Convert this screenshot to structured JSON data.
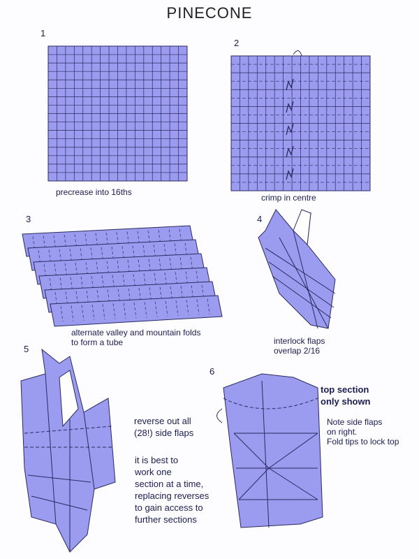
{
  "title": "PINECONE",
  "colors": {
    "paper": "#9b9bf0",
    "line": "#2a2a60",
    "text": "#1c1c50"
  },
  "steps": [
    {
      "number": "1",
      "caption": "precrease into 16ths"
    },
    {
      "number": "2",
      "caption": "crimp in centre"
    },
    {
      "number": "3",
      "caption": "alternate valley and mountain folds\nto form a tube"
    },
    {
      "number": "4",
      "caption": "interlock flaps\noverlap 2/16"
    },
    {
      "number": "5",
      "caption": "reverse out all\n(28!) side flaps",
      "note": "it is best to\nwork one\nsection at a time,\nreplacing reverses\nto gain access to\nfurther sections"
    },
    {
      "number": "6",
      "heading": "top section\nonly shown",
      "note": "Note side flaps\non right.\nFold tips to lock top"
    }
  ]
}
